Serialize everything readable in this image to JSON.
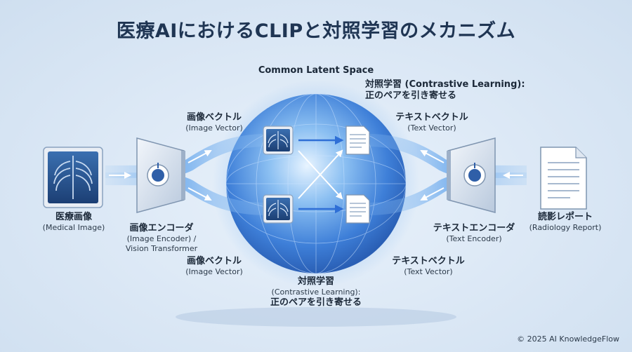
{
  "title": "医療AIにおけるCLIPと対照学習のメカニズム",
  "latent_space_title": "Common Latent Space",
  "contrastive_top": {
    "line1": "対照学習 (Contrastive Learning):",
    "line2": "正のペアを引き寄せる"
  },
  "contrastive_bottom": {
    "line1": "対照学習",
    "line2": "(Contrastive Learning):",
    "line3": "正のペアを引き寄せる"
  },
  "medical_image": {
    "label": "医療画像",
    "sub": "(Medical Image)",
    "icon": "chest-xray-icon"
  },
  "image_encoder": {
    "label": "画像エンコーダ",
    "sub1": "(Image Encoder) /",
    "sub2": "Vision Transformer",
    "icon": "encoder-dial-icon"
  },
  "image_vector_top": {
    "label": "画像ベクトル",
    "sub": "(Image Vector)"
  },
  "image_vector_bottom": {
    "label": "画像ベクトル",
    "sub": "(Image Vector)"
  },
  "text_vector_top": {
    "label": "テキストベクトル",
    "sub": "(Text Vector)"
  },
  "text_vector_bottom": {
    "label": "テキストベクトル",
    "sub": "(Text Vector)"
  },
  "text_encoder": {
    "label": "テキストエンコーダ",
    "sub": "(Text Encoder)",
    "icon": "encoder-dial-icon"
  },
  "radiology_report": {
    "label": "読影レポート",
    "sub": "(Radiology Report)",
    "icon": "document-icon"
  },
  "copyright": "© 2025 AI KnowledgeFlow",
  "colors": {
    "accent": "#2f6fd6",
    "title": "#1f3553",
    "sphere": "#3d82e0"
  }
}
